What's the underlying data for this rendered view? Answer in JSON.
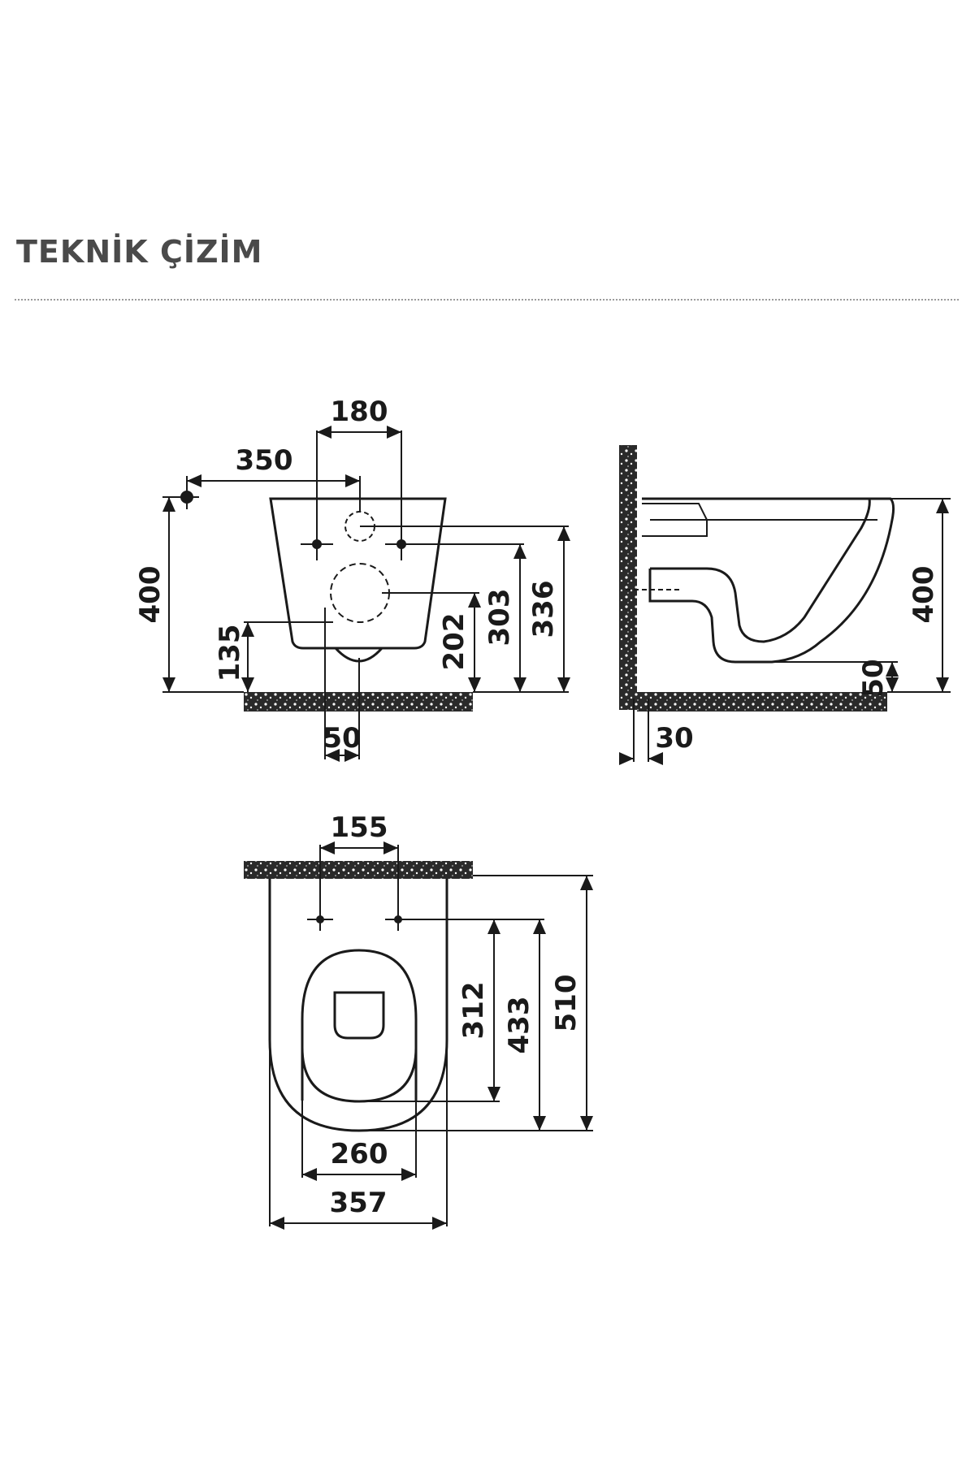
{
  "header": {
    "title": "TEKNİK ÇİZİM"
  },
  "front_view": {
    "dims": {
      "d180": "180",
      "d350": "350",
      "d400": "400",
      "d135": "135",
      "d202": "202",
      "d303": "303",
      "d336": "336",
      "d50": "50"
    }
  },
  "side_view": {
    "dims": {
      "d400": "400",
      "d50": "50",
      "d30": "30"
    }
  },
  "top_view": {
    "dims": {
      "d155": "155",
      "d312": "312",
      "d433": "433",
      "d510": "510",
      "d260": "260",
      "d357": "357"
    }
  },
  "colors": {
    "ink": "#1a1a1a",
    "title": "#4a4a4a",
    "divider": "#9a9a9a"
  }
}
